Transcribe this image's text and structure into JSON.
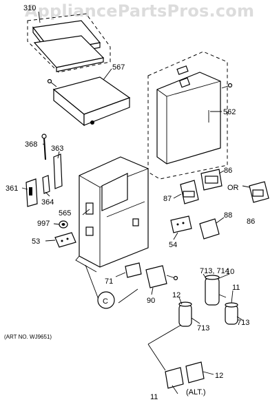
{
  "watermark": "AppliancePartsPros.com",
  "art_number": "(ART NO. WJ9651)",
  "or_label": "OR",
  "alt_label": "(ALT.)",
  "callout_c": "C",
  "parts": {
    "p310": "310",
    "p567": "567",
    "p562": "562",
    "p368": "368",
    "p363": "363",
    "p361": "361",
    "p364": "364",
    "p86a": "86",
    "p86b": "86",
    "p87": "87",
    "p88": "88",
    "p565": "565",
    "p997": "997",
    "p53": "53",
    "p54": "54",
    "p71": "71",
    "p90": "90",
    "p713_714": "713, 714",
    "p10": "10",
    "p12a": "12",
    "p11a": "11",
    "p713a": "713",
    "p713b": "713",
    "p12b": "12",
    "p11b": "11"
  }
}
